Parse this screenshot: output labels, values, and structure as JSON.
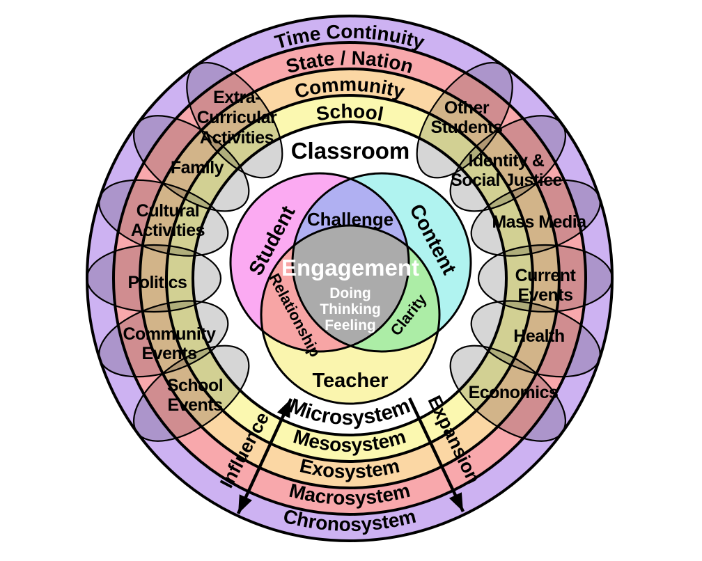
{
  "colors": {
    "ring_chronosystem": "#cdb2f2",
    "ring_macrosystem": "#f8a8ac",
    "ring_exosystem": "#fbd7a4",
    "ring_mesosystem": "#fbf8b0",
    "ring_microsystem": "#ffffff",
    "venn_student": "#fbaaf2",
    "venn_content": "#b0f3f0",
    "venn_teacher": "#faf5ae",
    "overlap_challenge": "#b0b0f2",
    "overlap_relationship": "#f7a5a5",
    "overlap_clarity": "#aceda6",
    "center_engagement": "#ababab",
    "satellite_overlay": "rgba(0,0,0,0.16)",
    "outline": "#000000",
    "text_light": "#ffffff"
  },
  "rings": {
    "top": [
      "Time Continuity",
      "State / Nation",
      "Community",
      "School",
      "Classroom"
    ],
    "bottom": [
      "Microsystem",
      "Mesosystem",
      "Exosystem",
      "Macrosystem",
      "Chronosystem"
    ]
  },
  "satellites": {
    "left": [
      {
        "id": "extra-curricular-activities",
        "lines": [
          "Extra-",
          "Curricular",
          "Activities"
        ]
      },
      {
        "id": "family",
        "lines": [
          "Family"
        ]
      },
      {
        "id": "cultural-activities",
        "lines": [
          "Cultural",
          "Activities"
        ]
      },
      {
        "id": "politics",
        "lines": [
          "Politics"
        ]
      },
      {
        "id": "community-events",
        "lines": [
          "Community",
          "Events"
        ]
      },
      {
        "id": "school-events",
        "lines": [
          "School",
          "Events"
        ]
      }
    ],
    "right": [
      {
        "id": "other-students",
        "lines": [
          "Other",
          "Students"
        ]
      },
      {
        "id": "identity-social-justice",
        "lines": [
          "Identity &",
          "Social Justice"
        ]
      },
      {
        "id": "mass-media",
        "lines": [
          "Mass Media"
        ]
      },
      {
        "id": "current-events",
        "lines": [
          "Current",
          "Events"
        ]
      },
      {
        "id": "health",
        "lines": [
          "Health"
        ]
      },
      {
        "id": "economics",
        "lines": [
          "Economics"
        ]
      }
    ]
  },
  "venn": {
    "circles": {
      "student": "Student",
      "content": "Content",
      "teacher": "Teacher"
    },
    "overlaps": {
      "challenge": "Challenge",
      "relationship": "Relationship",
      "clarity": "Clarity"
    },
    "center": {
      "title": "Engagement",
      "lines": [
        "Doing",
        "Thinking",
        "Feeling"
      ]
    }
  },
  "arrows": {
    "influence": "Influence",
    "expansion": "Expansion"
  }
}
